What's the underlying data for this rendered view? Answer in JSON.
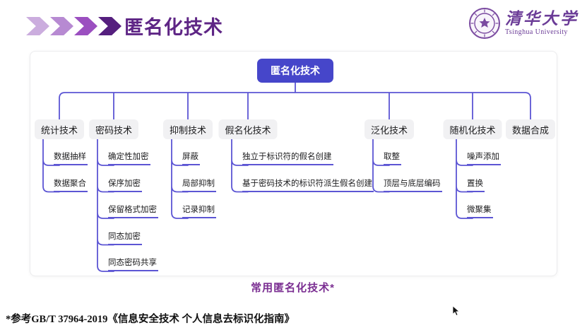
{
  "header": {
    "title": "匿名化技术",
    "logo_cn": "清华大学",
    "logo_en": "Tsinghua University"
  },
  "tree": {
    "root": "匿名化技术",
    "branches": [
      {
        "label": "统计技术",
        "children": [
          "数据抽样",
          "数据聚合"
        ]
      },
      {
        "label": "密码技术",
        "children": [
          "确定性加密",
          "保序加密",
          "保留格式加密",
          "同态加密",
          "同态密码共享"
        ]
      },
      {
        "label": "抑制技术",
        "children": [
          "屏蔽",
          "局部抑制",
          "记录抑制"
        ]
      },
      {
        "label": "假名化技术",
        "children": [
          "独立于标识符的假名创建",
          "基于密码技术的标识符派生假名创建"
        ]
      },
      {
        "label": "泛化技术",
        "children": [
          "取整",
          "顶层与底层编码"
        ]
      },
      {
        "label": "随机化技术",
        "children": [
          "噪声添加",
          "置换",
          "微聚集"
        ]
      },
      {
        "label": "数据合成",
        "children": []
      }
    ]
  },
  "caption": "常用匿名化技术*",
  "footnote": "*参考GB/T 37964-2019《信息安全技术 个人信息去标识化指南》",
  "colors": {
    "title": "#5e2585",
    "root_node": "#4646ca",
    "connector": "#5c55d4",
    "caption": "#7b2f92",
    "logo": "#6b3c97",
    "chevrons": [
      "#cbadde",
      "#b78ad2",
      "#9b4fc0",
      "#551f7e"
    ]
  }
}
